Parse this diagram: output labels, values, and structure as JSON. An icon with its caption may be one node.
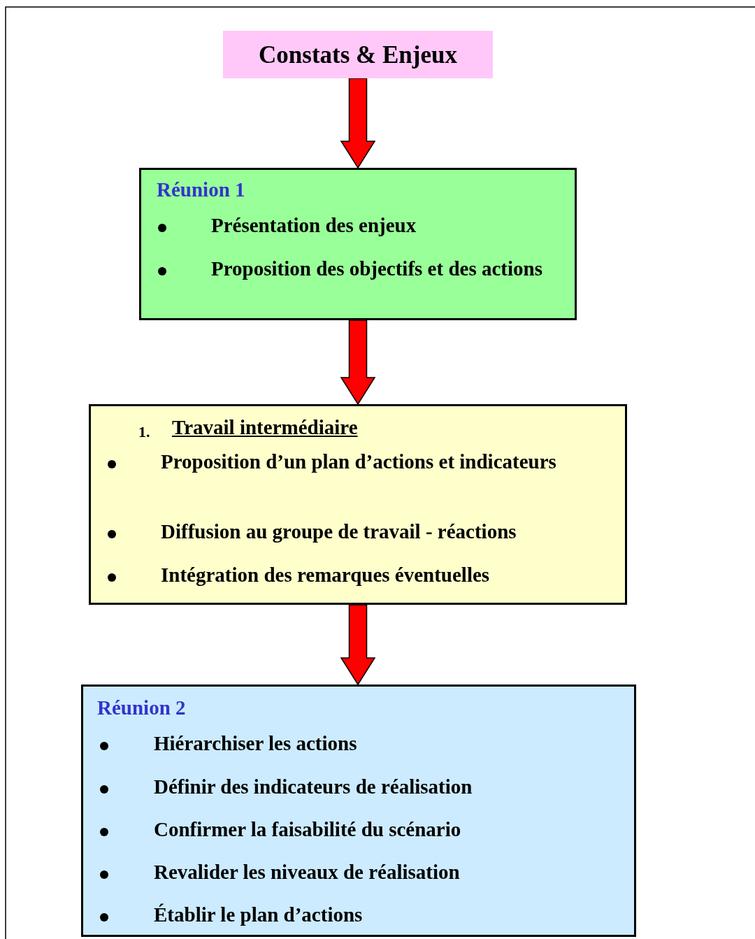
{
  "diagram": {
    "nodes": [
      {
        "text": [
          "Constats & Enjeux"
        ]
      },
      {
        "text": [
          "Réunion 1",
          "Présentation des enjeux",
          "Proposition des objectifs et des actions"
        ]
      },
      {
        "text": [
          "1.",
          "Travail intermédiaire",
          "Proposition d’un plan d’actions et indicateurs",
          "Diffusion au groupe de travail  - réactions",
          "Intégration des remarques éventuelles"
        ]
      },
      {
        "text": [
          "Réunion 2",
          "Hiérarchiser les actions",
          "Définir des indicateurs de réalisation",
          "Confirmer la faisabilité du scénario",
          "Revalider les niveaux de réalisation",
          "Établir le plan d’actions"
        ]
      }
    ],
    "edges": [
      {
        "from": 0,
        "to": 1,
        "arrow": "to",
        "color": "#ff0000"
      },
      {
        "from": 1,
        "to": 2,
        "arrow": "to",
        "color": "#ff0000"
      },
      {
        "from": 2,
        "to": 3,
        "arrow": "to",
        "color": "#ff0000"
      }
    ]
  }
}
